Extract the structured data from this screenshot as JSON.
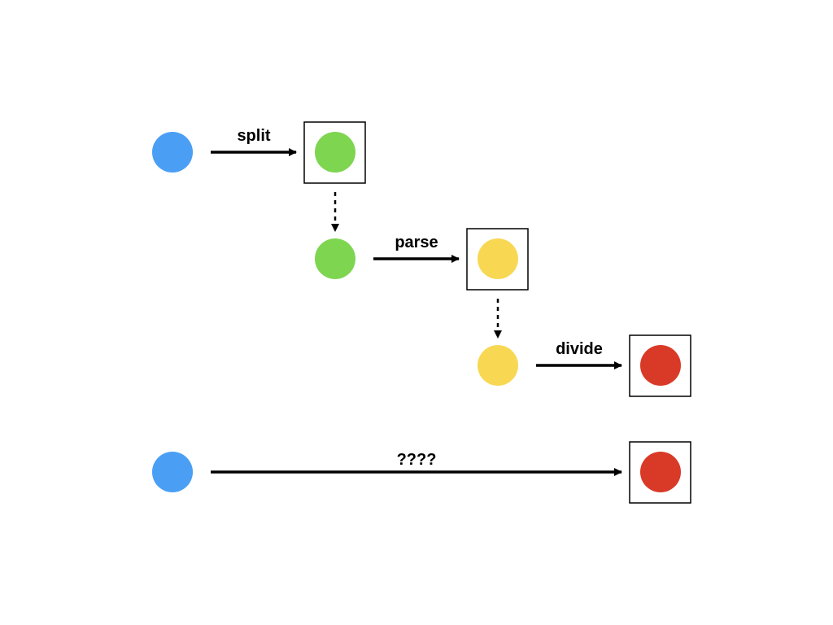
{
  "colors": {
    "blue": "#4a9ff5",
    "green": "#7ed550",
    "yellow": "#f8d853",
    "red": "#d93a27",
    "line": "#000000"
  },
  "steps": [
    {
      "label": "split",
      "input_color": "blue",
      "output_color": "green"
    },
    {
      "label": "parse",
      "input_color": "green",
      "output_color": "yellow"
    },
    {
      "label": "divide",
      "input_color": "yellow",
      "output_color": "red"
    }
  ],
  "shortcut": {
    "label": "????",
    "input_color": "blue",
    "output_color": "red"
  }
}
